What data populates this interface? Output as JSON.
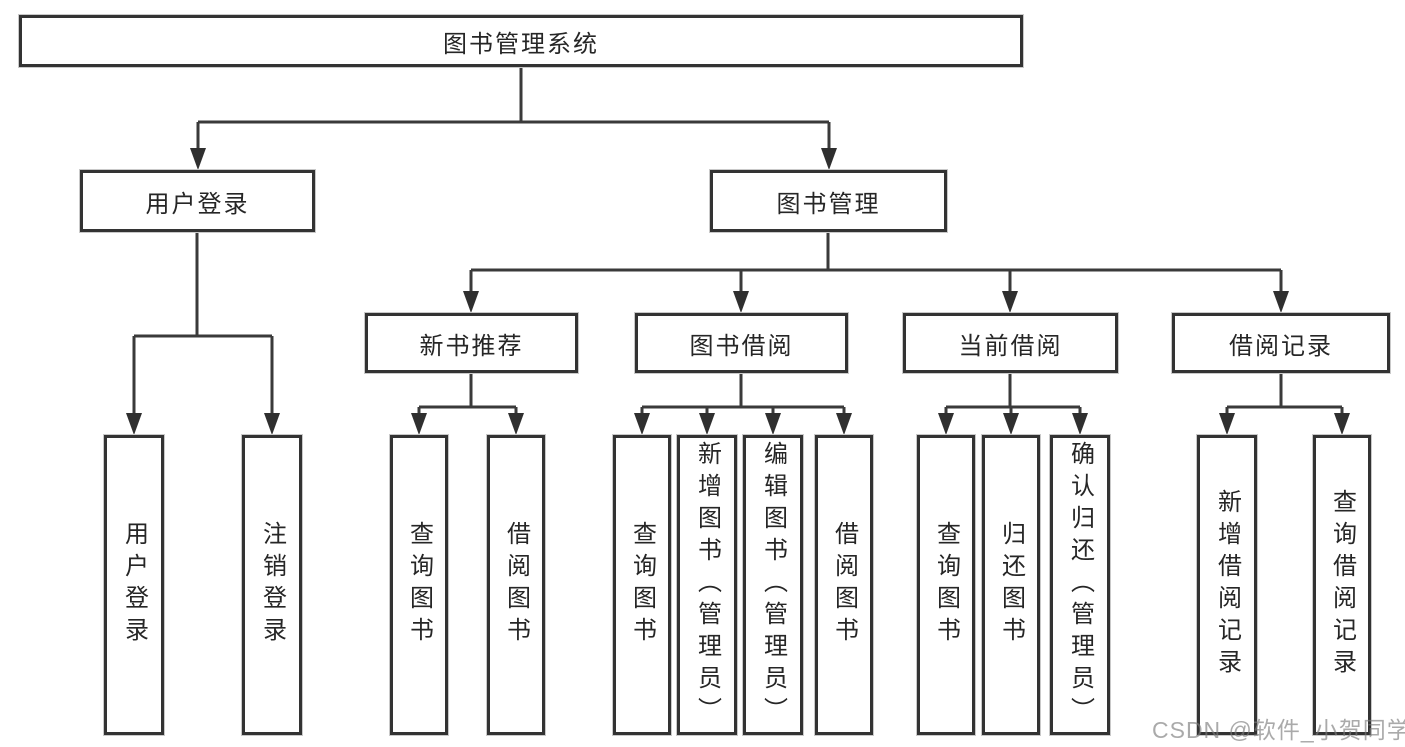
{
  "tree": {
    "root": {
      "label": "图书管理系统"
    },
    "user_login": {
      "label": "用户登录",
      "children": [
        {
          "label": "用户登录"
        },
        {
          "label": "注销登录"
        }
      ]
    },
    "book_mgmt": {
      "label": "图书管理"
    },
    "new_books": {
      "label": "新书推荐",
      "children": [
        {
          "label": "查询图书"
        },
        {
          "label": "借阅图书"
        }
      ]
    },
    "book_borrow": {
      "label": "图书借阅",
      "children": [
        {
          "label": "查询图书"
        },
        {
          "label": "新增图书（管理员）"
        },
        {
          "label": "编辑图书（管理员）"
        },
        {
          "label": "借阅图书"
        }
      ]
    },
    "current_borrow": {
      "label": "当前借阅",
      "children": [
        {
          "label": "查询图书"
        },
        {
          "label": "归还图书"
        },
        {
          "label": "确认归还（管理员）"
        }
      ]
    },
    "borrow_records": {
      "label": "借阅记录",
      "children": [
        {
          "label": "新增借阅记录"
        },
        {
          "label": "查询借阅记录"
        }
      ]
    }
  },
  "watermark": {
    "text": "CSDN @软件_小贺同学"
  },
  "colors": {
    "line": "#3a3a3a",
    "arrow": "#2f2f2f",
    "box_border": "#333333",
    "text": "#262626",
    "watermark": "#7d7d7d",
    "background": "#ffffff"
  }
}
